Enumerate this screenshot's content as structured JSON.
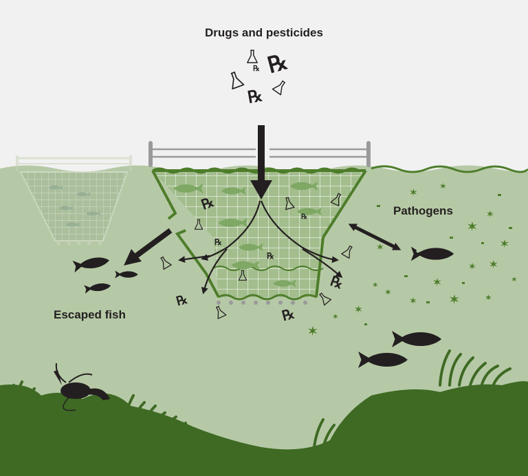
{
  "labels": {
    "drugs": "Drugs and pesticides",
    "pathogens": "Pathogens",
    "escaped": "Escaped fish"
  },
  "glyphs": {
    "rx": "℞"
  },
  "colors": {
    "sky": "#f1f1f1",
    "water": "#b6c9a6",
    "net_green": "#4e7d2b",
    "seabed": "#3e6a24",
    "ink": "#231f20",
    "fence": "#9a9a9a"
  }
}
